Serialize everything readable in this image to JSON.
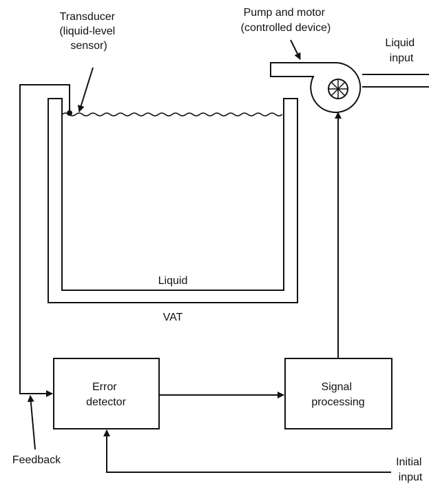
{
  "labels": {
    "transducer": [
      "Transducer",
      "(liquid-level",
      "sensor)"
    ],
    "pump": [
      "Pump and motor",
      "(controlled device)"
    ],
    "liquid_input": [
      "Liquid",
      "input"
    ],
    "liquid": "Liquid",
    "vat": "VAT",
    "error_detector": [
      "Error",
      "detector"
    ],
    "signal_processing": [
      "Signal",
      "processing"
    ],
    "feedback": "Feedback",
    "initial_input": [
      "Initial",
      "input"
    ]
  }
}
